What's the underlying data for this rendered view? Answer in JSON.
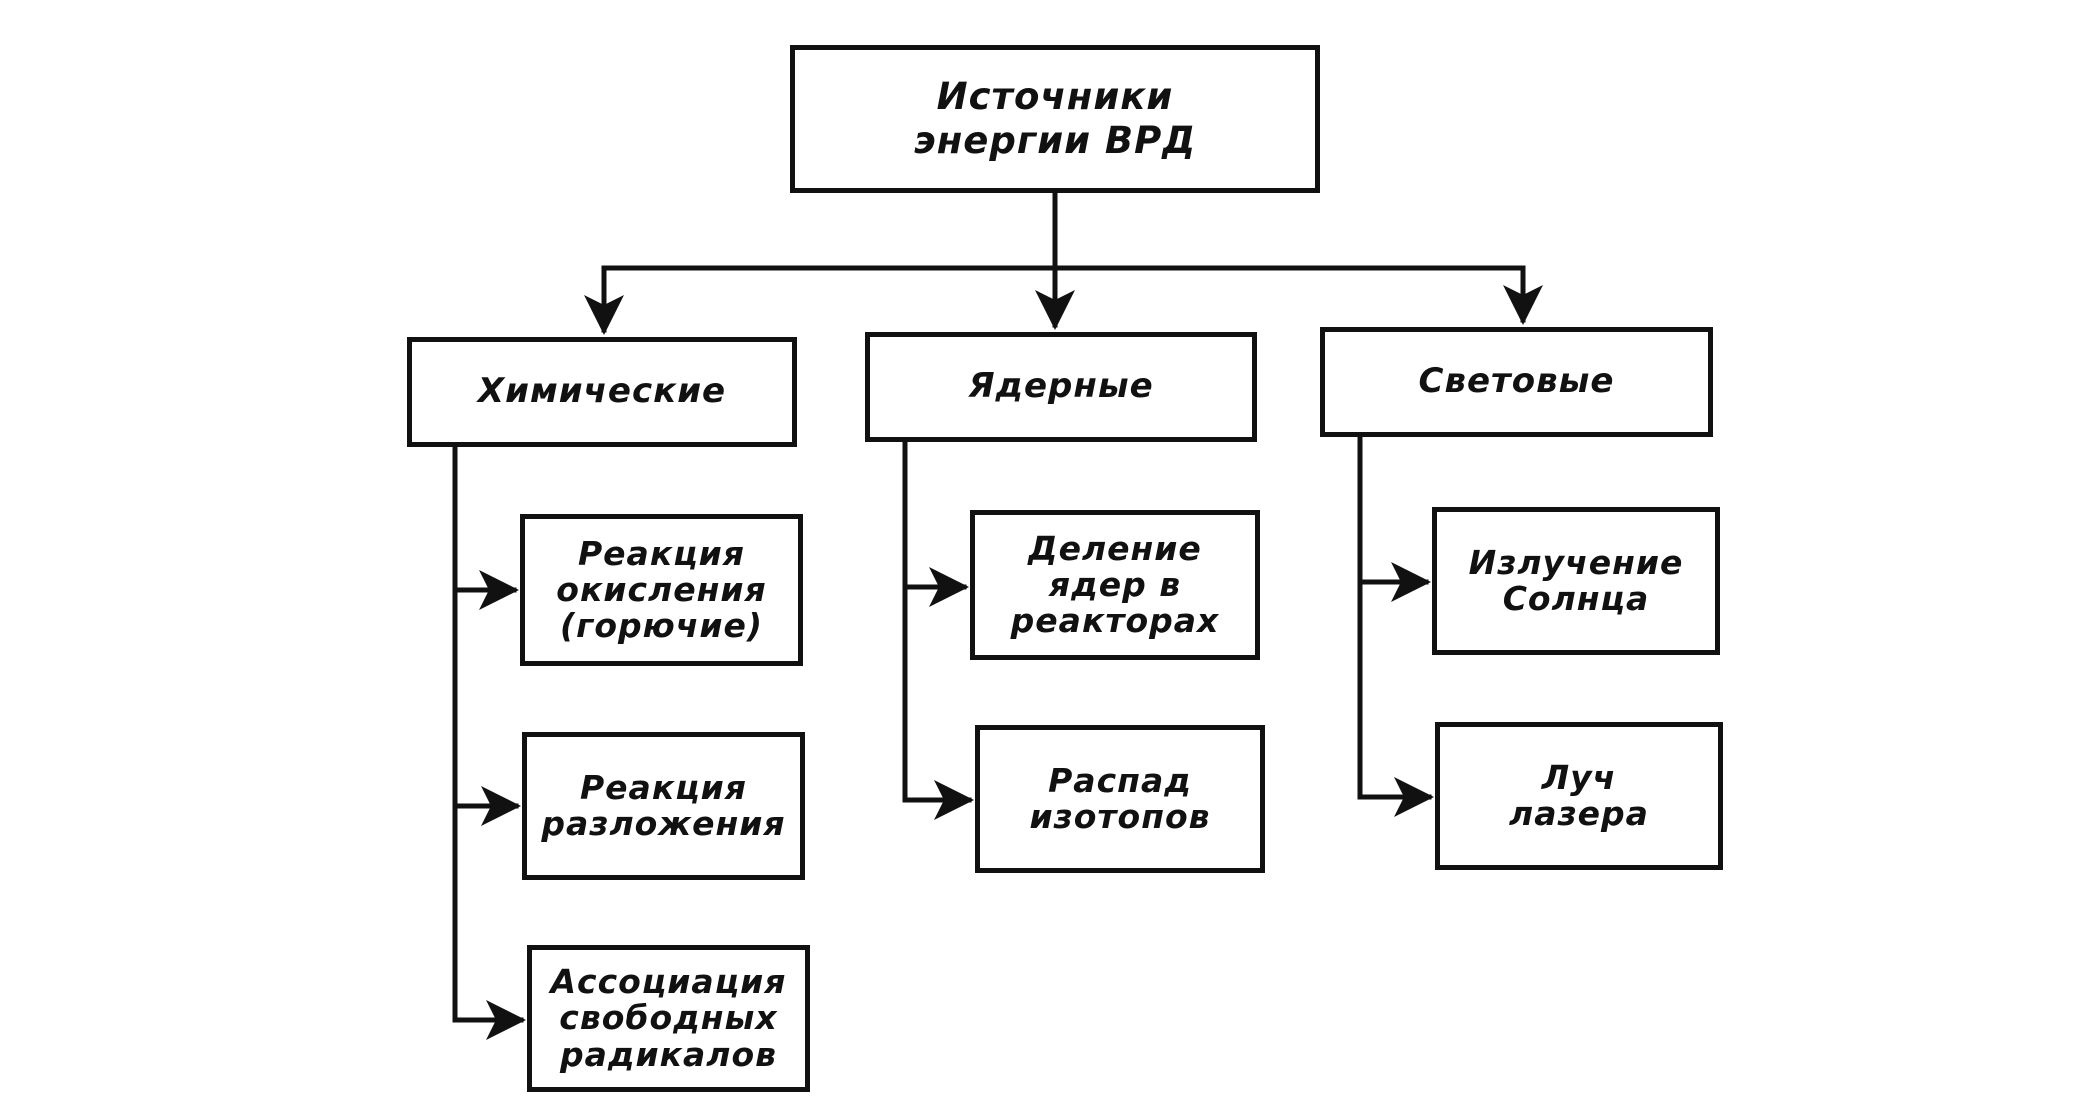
{
  "root": {
    "label": "Источники\nэнергии ВРД"
  },
  "categories": [
    {
      "label": "Химические",
      "children": [
        {
          "label": "Реакция\nокисления\n(горючие)"
        },
        {
          "label": "Реакция\nразложения"
        },
        {
          "label": "Ассоциация\nсвободных\nрадикалов"
        }
      ]
    },
    {
      "label": "Ядерные",
      "children": [
        {
          "label": "Деление\nядер в\nреакторах"
        },
        {
          "label": "Распад\nизотопов"
        }
      ]
    },
    {
      "label": "Световые",
      "children": [
        {
          "label": "Излучение\nСолнца"
        },
        {
          "label": "Луч\nлазера"
        }
      ]
    }
  ]
}
